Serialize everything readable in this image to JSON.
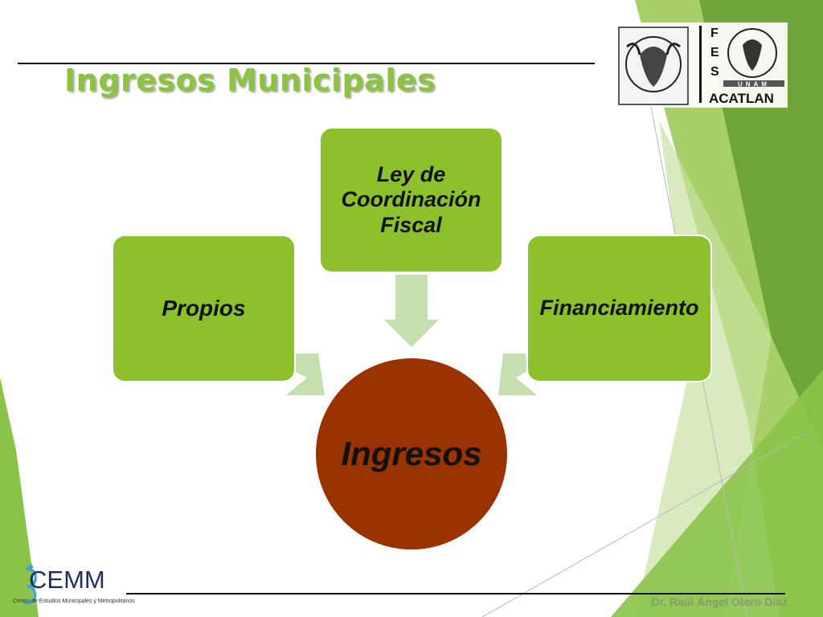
{
  "slide": {
    "title": "Ingresos Municipales",
    "author": "Dr. Raúl Ángel Otero Díaz"
  },
  "diagram": {
    "sources": [
      {
        "label": "Propios"
      },
      {
        "label": "Ley de\nCoordinación\nFiscal"
      },
      {
        "label": "Financiamiento"
      }
    ],
    "target": {
      "label": "Ingresos"
    }
  },
  "logos": {
    "fes_letters": [
      "F",
      "E",
      "S"
    ],
    "fes_campus": "ACATLAN",
    "unam_text": "UNAM",
    "cemm_name": "CEMM",
    "cemm_subtitle": "Centro de Estudios Municipales y Metropolitanos"
  },
  "colors": {
    "title": "#8cc33f",
    "box_fill": "#8dc12c",
    "circle_fill": "#9a3300",
    "arrow_fill": "#c5dfae",
    "deco_dark": "#6ea43a",
    "deco_light": "#a4cf5c"
  }
}
